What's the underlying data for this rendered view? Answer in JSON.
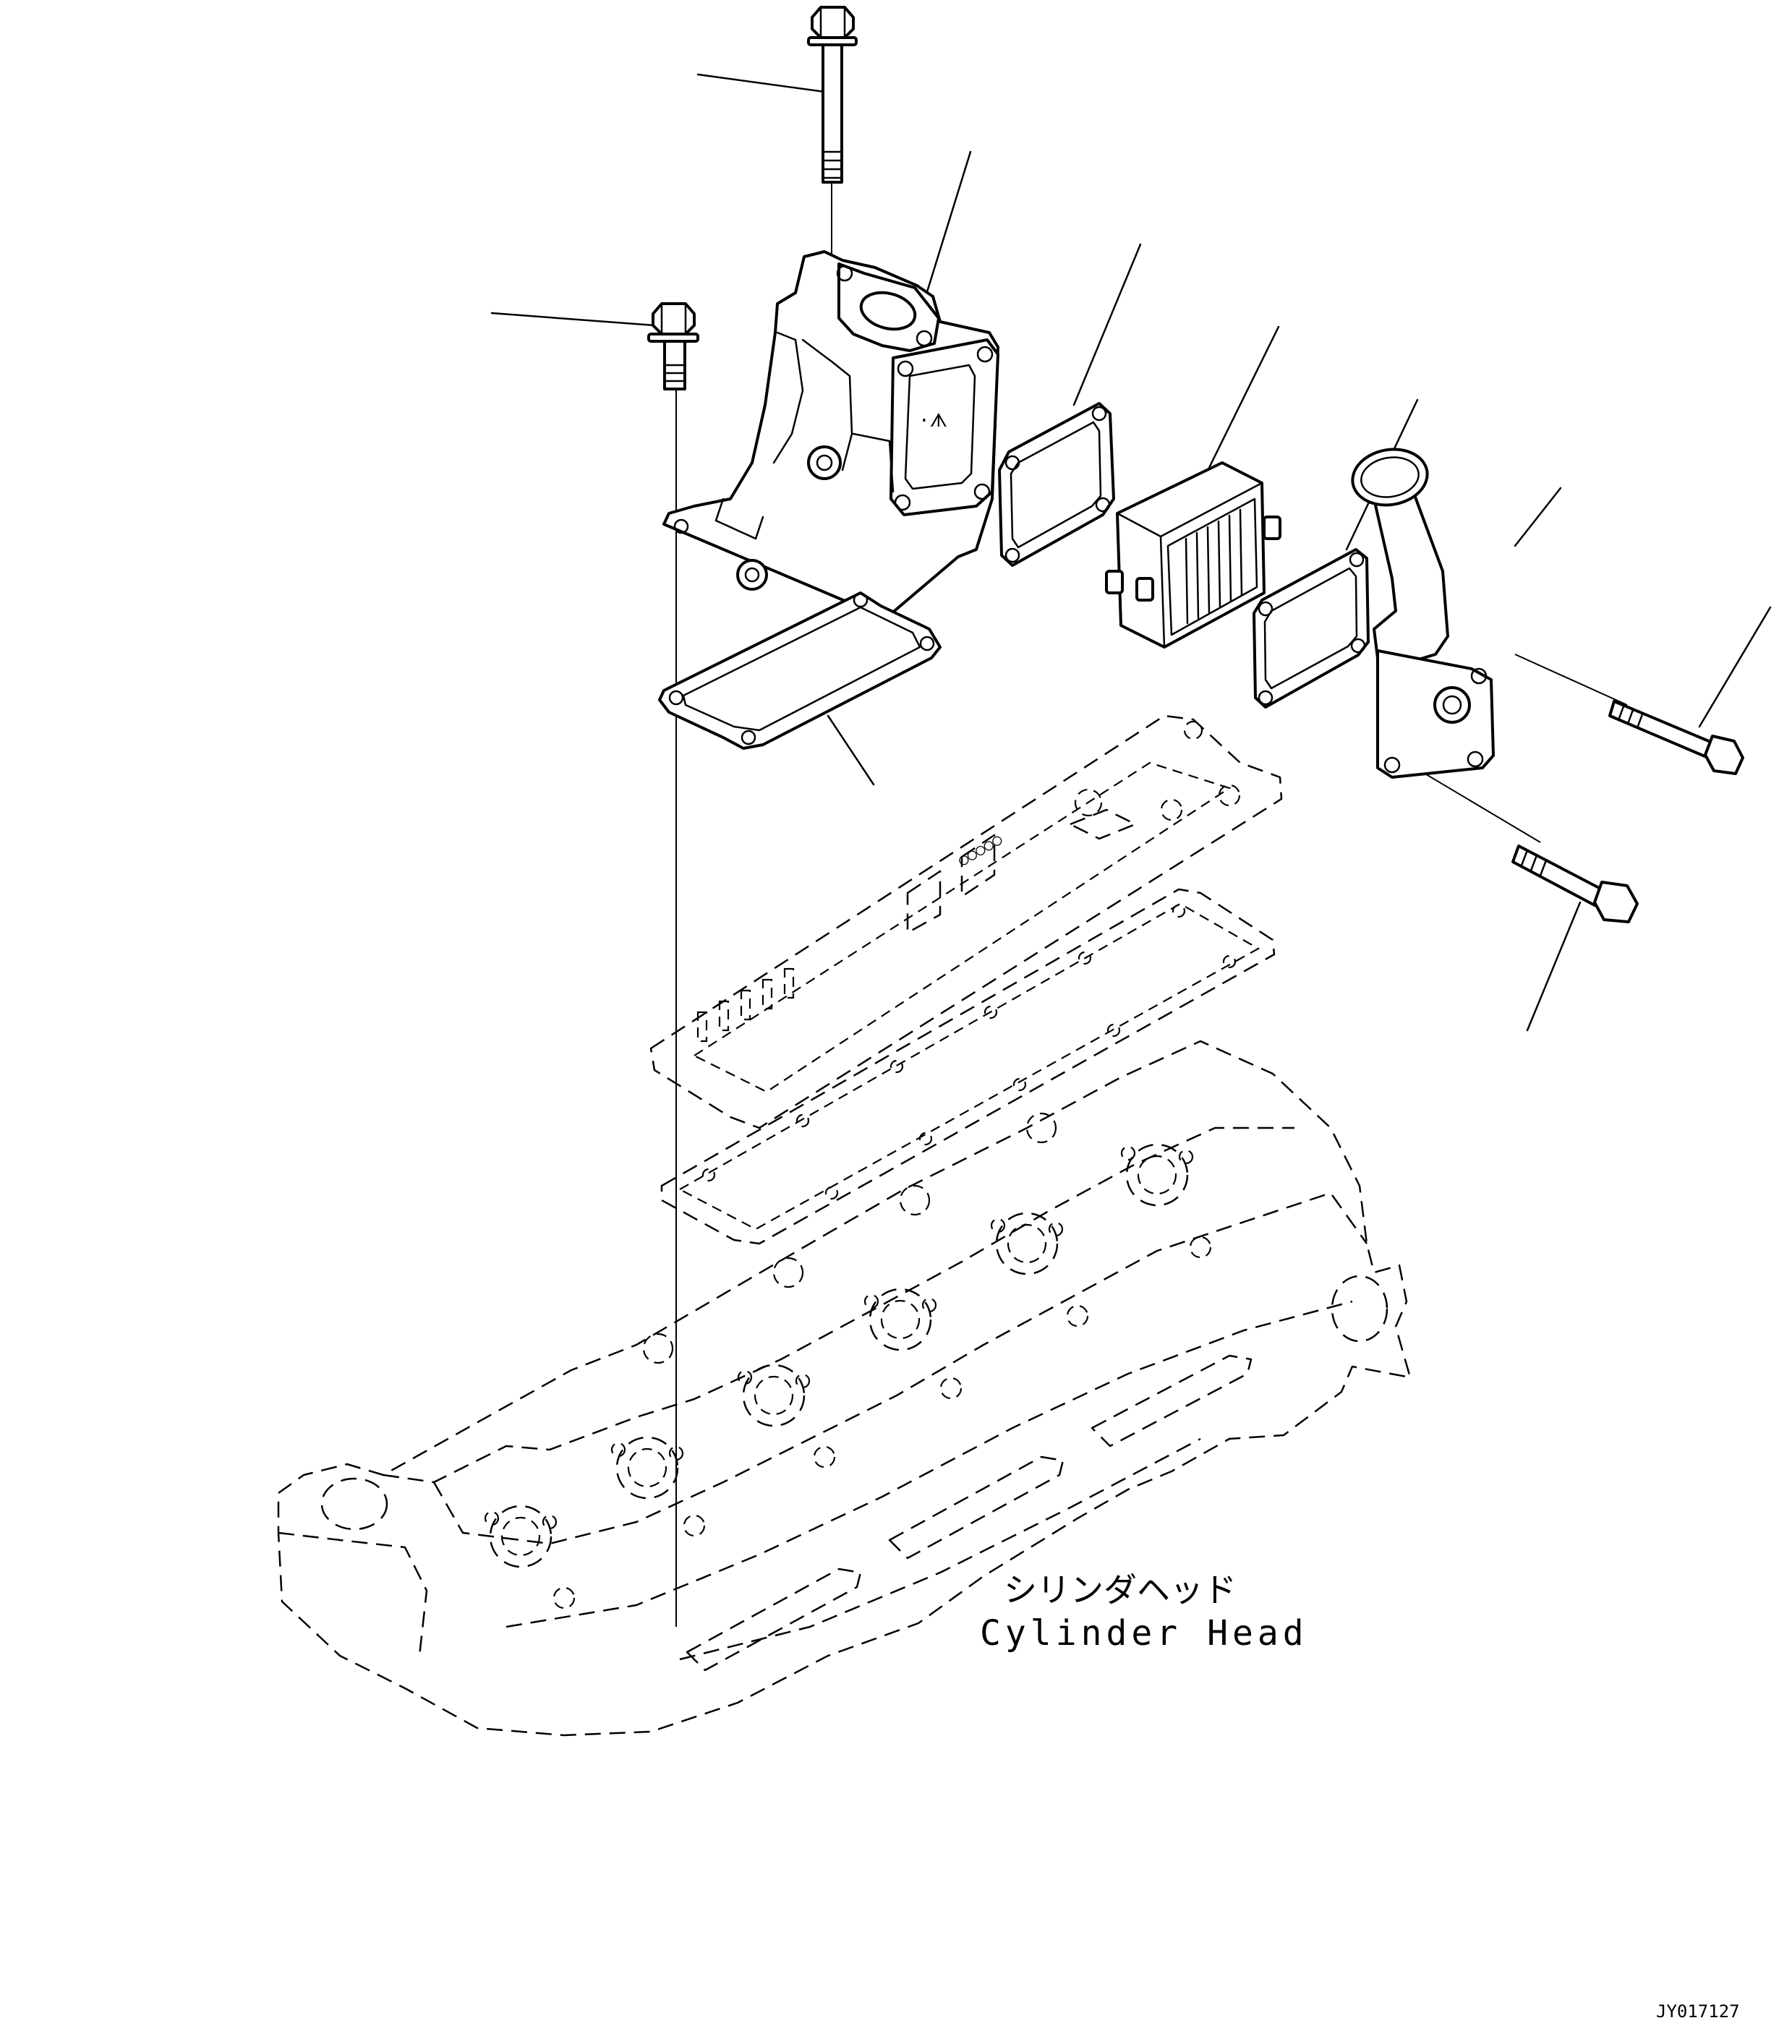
{
  "diagram": {
    "labels": {
      "cylinder_head_jp": "シリンダヘッド",
      "cylinder_head_en": "Cylinder Head"
    },
    "figure_code": "JY017127"
  }
}
